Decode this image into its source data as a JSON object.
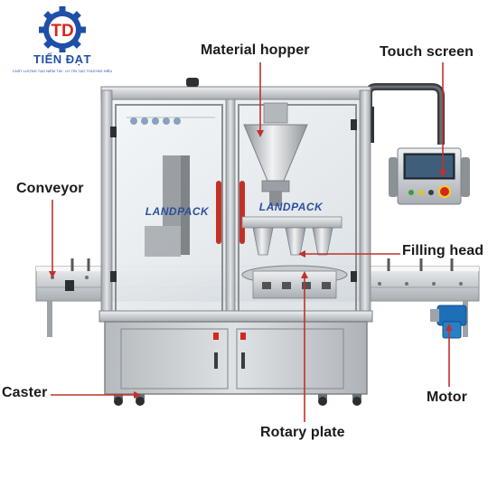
{
  "logo": {
    "mark": "TD",
    "name": "TIẾN ĐẠT",
    "tagline": "CHẤT LƯỢNG TẠO NIỀM TIN · UY TÍN TẠO THƯƠNG HIỆU",
    "colors": {
      "blue": "#1f4fa8",
      "red": "#d7261e"
    }
  },
  "machine": {
    "brand_text": "LANDPACK",
    "hopper_brand_text": "LANDPACK"
  },
  "labels": {
    "material_hopper": "Material hopper",
    "touch_screen": "Touch screen",
    "conveyor": "Conveyor",
    "filling_head": "Filling head",
    "caster": "Caster",
    "motor": "Motor",
    "rotary_plate": "Rotary plate"
  },
  "colors": {
    "leader_line": "#c0322a",
    "label_text": "#1b1b1b",
    "steel": "#c9ccd0",
    "motor_blue": "#1d6fb8"
  }
}
